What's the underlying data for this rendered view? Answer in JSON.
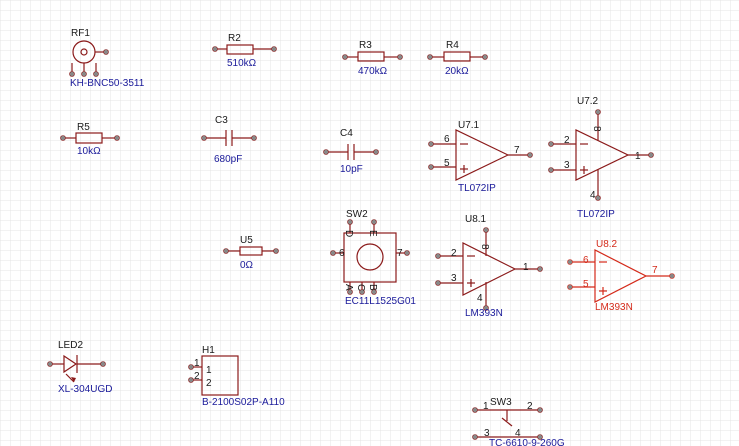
{
  "components": [
    {
      "id": "rf1",
      "designator": "RF1",
      "value": "KH-BNC50-3511"
    },
    {
      "id": "r2",
      "designator": "R2",
      "value": "510kΩ"
    },
    {
      "id": "r3",
      "designator": "R3",
      "value": "470kΩ"
    },
    {
      "id": "r4",
      "designator": "R4",
      "value": "20kΩ"
    },
    {
      "id": "r5",
      "designator": "R5",
      "value": "10kΩ"
    },
    {
      "id": "c3",
      "designator": "C3",
      "value": "680pF"
    },
    {
      "id": "c4",
      "designator": "C4",
      "value": "10pF"
    },
    {
      "id": "u71",
      "designator": "U7.1",
      "value": "TL072IP",
      "pins": [
        "6",
        "5",
        "7"
      ]
    },
    {
      "id": "u72",
      "designator": "U7.2",
      "value": "TL072IP",
      "pins": [
        "2",
        "3",
        "1",
        "8",
        "4"
      ]
    },
    {
      "id": "u5",
      "designator": "U5",
      "value": "0Ω"
    },
    {
      "id": "sw2",
      "designator": "SW2",
      "value": "EC11L1525G01",
      "pins": [
        "6",
        "7",
        "D",
        "E",
        "A",
        "C",
        "B"
      ]
    },
    {
      "id": "u81",
      "designator": "U8.1",
      "value": "LM393N",
      "pins": [
        "2",
        "3",
        "1",
        "8",
        "4"
      ]
    },
    {
      "id": "u82",
      "designator": "U8.2",
      "value": "LM393N",
      "pins": [
        "6",
        "5",
        "7"
      ],
      "color": "#d42a1a"
    },
    {
      "id": "led2",
      "designator": "LED2",
      "value": "XL-304UGD"
    },
    {
      "id": "h1",
      "designator": "H1",
      "value": "B-2100S02P-A110",
      "pins": [
        "1",
        "2",
        "1",
        "2"
      ]
    },
    {
      "id": "sw3",
      "designator": "SW3",
      "value": "TC-6610-9-260G",
      "pins": [
        "1",
        "2",
        "3",
        "4"
      ]
    }
  ],
  "colors": {
    "symbol": "#8b1a1a",
    "highlight": "#d42a1a",
    "value": "#1a1a9a",
    "grid": "#e4e4e4"
  }
}
